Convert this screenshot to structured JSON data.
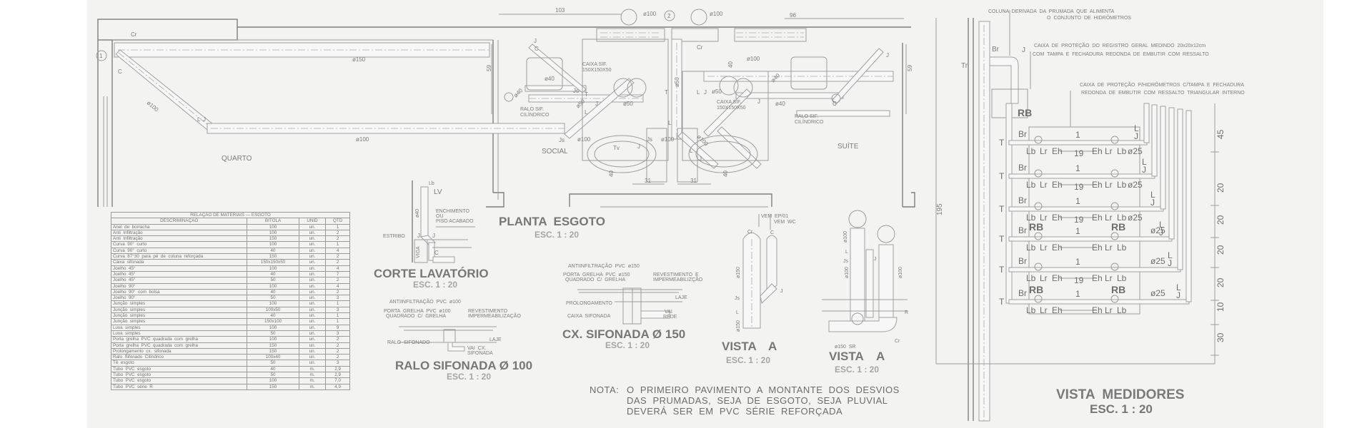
{
  "plan": {
    "title": "PLANTA  ESGOTO",
    "scale": "ESC. 1 : 20",
    "rooms": [
      "QUARTO",
      "SOCIAL",
      "SUÍTE"
    ],
    "dims": [
      "103",
      "96",
      "59",
      "59",
      "40",
      "31",
      "31",
      "40"
    ],
    "sections": [
      "ø100",
      "ø100",
      "1",
      "2"
    ],
    "pipe_labels": [
      "ø150",
      "ø100",
      "ø100",
      "ø40",
      "ø40",
      "ø50",
      "ø50",
      "ø100",
      "ø100",
      "ø100",
      "ø50",
      "ø40",
      "ø40",
      "ø100",
      "ø50",
      "40"
    ],
    "fittings": [
      "Cr",
      "C",
      "L",
      "J",
      "J",
      "C",
      "Js",
      "T",
      "J",
      "L",
      "Js",
      "Js",
      "L",
      "Cr",
      "T",
      "L",
      "J",
      "J",
      "C",
      "J",
      "L",
      "Tv",
      "J",
      "J"
    ],
    "boxes": [
      {
        "line1": "CAIXA  SIF.",
        "line2": "150X150X50"
      },
      {
        "line1": "RALO  SIF.",
        "line2": "CILÍNDRICO"
      },
      {
        "line1": "CAIXA  SIF.",
        "line2": "150X150X50"
      },
      {
        "line1": "RALO  SIF.",
        "line2": "CILÍNDRICO"
      }
    ]
  },
  "materials": {
    "title": "RELAÇÃO  DE  MATERIAIS  —  ESGOTO",
    "headers": [
      "DESCRIMINAÇÃO",
      "BITOLA",
      "UNID",
      "QTD"
    ],
    "rows": [
      [
        "Anel  de  borracha",
        "100",
        "un.",
        "1"
      ],
      [
        "Anti  Infiltração",
        "100",
        "un.",
        "2"
      ],
      [
        "Anti  Infiltração",
        "150",
        "un.",
        "2"
      ],
      [
        "Curva  90°  curto",
        "100",
        "un.",
        "1"
      ],
      [
        "Curva  90°  curto",
        "40",
        "un.",
        "4"
      ],
      [
        "Curva  87°30  para  pé  de  coluna  reforçada",
        "150",
        "un.",
        "2"
      ],
      [
        "Caixa  sifonada",
        "150x150x50",
        "un.",
        "2"
      ],
      [
        "Joelho  45°",
        "100",
        "un.",
        "4"
      ],
      [
        "Joelho  45°",
        "40",
        "un.",
        "7"
      ],
      [
        "Joelho  45°",
        "50",
        "un.",
        "2"
      ],
      [
        "Joelho  90°",
        "100",
        "un.",
        "4"
      ],
      [
        "Joelho  90°  com  bolsa",
        "40",
        "un.",
        "2"
      ],
      [
        "Joelho  90°",
        "50",
        "un.",
        "3"
      ],
      [
        "Junção  simples",
        "100",
        "un.",
        "1"
      ],
      [
        "Junção  simples",
        "100x50",
        "un.",
        "3"
      ],
      [
        "Junção  simples",
        "40",
        "un.",
        "1"
      ],
      [
        "Junção  simples",
        "150x100",
        "un.",
        "1"
      ],
      [
        "Luva  simples",
        "100",
        "un.",
        "9"
      ],
      [
        "Luva  simples",
        "50",
        "un.",
        "3"
      ],
      [
        "Porta  grelha  PVC  quadrada  com  grelha",
        "100",
        "un.",
        "2"
      ],
      [
        "Porta  grelha  PVC  quadrada  com  grelha",
        "150",
        "un.",
        "2"
      ],
      [
        "Prolongamento  cx.  sifonada",
        "150",
        "un.",
        "2"
      ],
      [
        "Ralo  Sifonado  Cilíndrico",
        "100x40",
        "un.",
        "2"
      ],
      [
        "Tê  esgoto",
        "50",
        "un.",
        "3"
      ],
      [
        "Tubo  PVC  esgoto",
        "40",
        "m.",
        "2,9"
      ],
      [
        "Tubo  PVC  esgoto",
        "50",
        "m.",
        "2,9"
      ],
      [
        "Tubo  PVC  esgoto",
        "100",
        "m.",
        "7,0"
      ],
      [
        "Tubo  PVC  série  R",
        "150",
        "m.",
        "4,9"
      ]
    ]
  },
  "corte_lavatorio": {
    "title": "CORTE LAVATÓRIO",
    "scale": "ESC. 1 : 20",
    "labels": [
      "Lb",
      "LV",
      "ø40",
      "ENCHIMENTO",
      "OU",
      "PISO ACABADO",
      "ESTRIBO",
      "J",
      "J",
      "C",
      "VIGA"
    ]
  },
  "ralo": {
    "title": "RALO SIFONADA Ø 100",
    "scale": "ESC. 1 : 20",
    "labels": [
      "ANTIINFILTRAÇÃO  PVC  ø100",
      "PORTA  GRELHA  PVC  ø100",
      "QUADRADO  C/  GRELHA",
      "REVESTIMENTO",
      "IMPERMEABILIZAÇÃO",
      "LAJE",
      "RALO  SIFONADO",
      "VAI  CX.",
      "SIFONADA"
    ]
  },
  "cx_sifonada": {
    "title": "CX. SIFONADA Ø 150",
    "scale": "ESC. 1 : 20",
    "labels": [
      "ANTIINFILTRAÇÃO  PVC  ø150",
      "PORTA  GRELHA  PVC  ø150",
      "QUADRADO  C/  GRELHA",
      "REVESTIMENTO  E",
      "IMPERMEABILIZÇÃO",
      "LAJE",
      "PROLONGAMENTO",
      "CAIXA  SIFONADA",
      "VAI",
      "REDE"
    ]
  },
  "vista1": {
    "title": "VISTA",
    "marker": "A",
    "scale": "ESC. 1 : 20",
    "labels": [
      "VEM  EP/01",
      "VEM  WC",
      "Cr",
      "C",
      "ø150",
      "Js",
      "J",
      "L",
      "ø150"
    ]
  },
  "vista2": {
    "title": "VISTA",
    "marker": "A",
    "scale": "ESC. 1 : 20",
    "labels": [
      "ø100",
      "L",
      "Js",
      "J",
      "ø100",
      "ø100",
      "ø150  SR",
      "Cr",
      "R"
    ]
  },
  "note": {
    "prefix": "NOTA:",
    "lines": [
      "O  PRIMEIRO  PAVIMENTO  A  MONTANTE  DOS  DESVIOS",
      "DAS  PRUMADAS,  SEJA  DE  ESGOTO,  SEJA  PLUVIAL",
      "DEVERÁ  SER  EM  PVC  SÉRIE  REFORÇADA"
    ]
  },
  "medidores": {
    "title": "VISTA  MEDIDORES",
    "scale": "ESC. 1 : 20",
    "callouts": [
      "COLUNA  DERIVADA  DA  PRUMADA  QUE  ALIMENTA",
      "O  CONJUNTO  DE  HIDRÔMETROS",
      "CAIXA  DE  PROTEÇÃO  DO  REGISTRO  GERAL  MEDINDO  20x20x12cm",
      "COM  TAMPA  E  FECHADURA  REDONDA  DE  EMBUTIR  COM  RESSALTO",
      "CAIXA  DE  PROTEÇÃO  P/HIDRÔMETROS  C/TAMPA  E  FECHADURA",
      "REDONDA  DE  EMBUTIR  COM  RESSALTO  TRIANGULAR  INTERNO"
    ],
    "riser_labels": [
      "Tr",
      "Br",
      "J",
      "RB",
      "195"
    ],
    "row_labels": {
      "tee": "T",
      "br": "Br",
      "lb": "Lb",
      "lr": "Lr",
      "eh": "Eh",
      "meter": "1",
      "gap": "19",
      "dia": "ø25",
      "l": "L",
      "j": "J",
      "rb": "RB"
    },
    "dims": [
      "45",
      "20",
      "20",
      "20",
      "20",
      "10",
      "30"
    ]
  }
}
